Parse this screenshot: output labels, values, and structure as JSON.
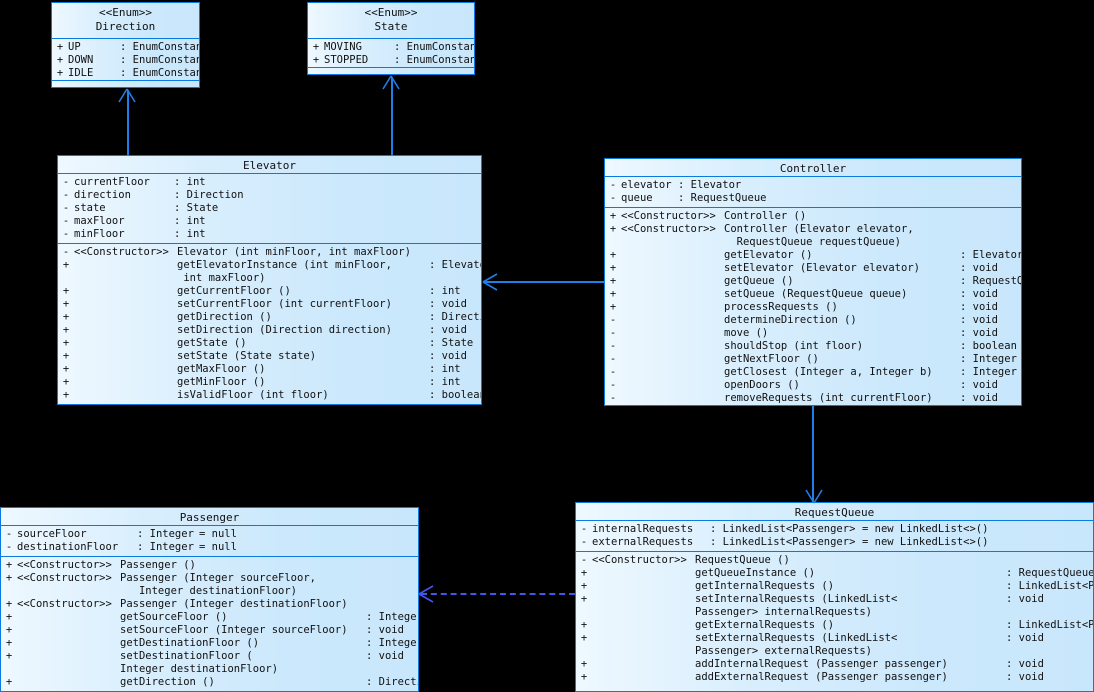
{
  "diagram": {
    "kind": "uml-class-diagram",
    "background": "#000000",
    "box_border_color": "#0a7ae0",
    "box_fill_color": "#cde8fc",
    "connector_color": "#1e7fe8",
    "dashed_connector_color": "#4455ee"
  },
  "classes": {
    "direction_enum": {
      "stereotype": "<<Enum>>",
      "name": "Direction",
      "attributes": [
        {
          "vis": "+",
          "name": "UP",
          "type": ": EnumConstant"
        },
        {
          "vis": "+",
          "name": "DOWN",
          "type": ": EnumConstant"
        },
        {
          "vis": "+",
          "name": "IDLE",
          "type": ": EnumConstant"
        }
      ],
      "operations": []
    },
    "state_enum": {
      "stereotype": "<<Enum>>",
      "name": "State",
      "attributes": [
        {
          "vis": "+",
          "name": "MOVING",
          "type": ": EnumConstant"
        },
        {
          "vis": "+",
          "name": "STOPPED",
          "type": ": EnumConstant"
        }
      ],
      "operations": []
    },
    "elevator": {
      "name": "Elevator",
      "attributes": [
        {
          "vis": "-",
          "name": "currentFloor",
          "type": ": int"
        },
        {
          "vis": "-",
          "name": "direction",
          "type": ": Direction"
        },
        {
          "vis": "-",
          "name": "state",
          "type": ": State"
        },
        {
          "vis": "-",
          "name": "maxFloor",
          "type": ": int"
        },
        {
          "vis": "-",
          "name": "minFloor",
          "type": ": int"
        }
      ],
      "operations": [
        {
          "vis": "-",
          "stereo": "<<Constructor>>",
          "sig": "Elevator (int minFloor, int maxFloor)",
          "ret": ""
        },
        {
          "vis": "+",
          "stereo": "",
          "sig": "getElevatorInstance (int minFloor,\n int maxFloor)",
          "ret": ": Elevator"
        },
        {
          "vis": "+",
          "stereo": "",
          "sig": "getCurrentFloor ()",
          "ret": ": int"
        },
        {
          "vis": "+",
          "stereo": "",
          "sig": "setCurrentFloor (int currentFloor)",
          "ret": ": void"
        },
        {
          "vis": "+",
          "stereo": "",
          "sig": "getDirection ()",
          "ret": ": Direction"
        },
        {
          "vis": "+",
          "stereo": "",
          "sig": "setDirection (Direction direction)",
          "ret": ": void"
        },
        {
          "vis": "+",
          "stereo": "",
          "sig": "getState ()",
          "ret": ": State"
        },
        {
          "vis": "+",
          "stereo": "",
          "sig": "setState (State state)",
          "ret": ": void"
        },
        {
          "vis": "+",
          "stereo": "",
          "sig": "getMaxFloor ()",
          "ret": ": int"
        },
        {
          "vis": "+",
          "stereo": "",
          "sig": "getMinFloor ()",
          "ret": ": int"
        },
        {
          "vis": "+",
          "stereo": "",
          "sig": "isValidFloor (int floor)",
          "ret": ": boolean"
        }
      ]
    },
    "controller": {
      "name": "Controller",
      "attributes": [
        {
          "vis": "-",
          "name": "elevator",
          "type": ": Elevator"
        },
        {
          "vis": "-",
          "name": "queue",
          "type": ": RequestQueue"
        }
      ],
      "operations": [
        {
          "vis": "+",
          "stereo": "<<Constructor>>",
          "sig": "Controller ()",
          "ret": ""
        },
        {
          "vis": "+",
          "stereo": "<<Constructor>>",
          "sig": "Controller (Elevator elevator,\n  RequestQueue requestQueue)",
          "ret": ""
        },
        {
          "vis": "+",
          "stereo": "",
          "sig": "getElevator ()",
          "ret": ": Elevator"
        },
        {
          "vis": "+",
          "stereo": "",
          "sig": "setElevator (Elevator elevator)",
          "ret": ": void"
        },
        {
          "vis": "+",
          "stereo": "",
          "sig": "getQueue ()",
          "ret": ": RequestQueue"
        },
        {
          "vis": "+",
          "stereo": "",
          "sig": "setQueue (RequestQueue queue)",
          "ret": ": void"
        },
        {
          "vis": "+",
          "stereo": "",
          "sig": "processRequests ()",
          "ret": ": void"
        },
        {
          "vis": "-",
          "stereo": "",
          "sig": "determineDirection ()",
          "ret": ": void"
        },
        {
          "vis": "-",
          "stereo": "",
          "sig": "move ()",
          "ret": ": void"
        },
        {
          "vis": "-",
          "stereo": "",
          "sig": "shouldStop (int floor)",
          "ret": ": boolean"
        },
        {
          "vis": "-",
          "stereo": "",
          "sig": "getNextFloor ()",
          "ret": ": Integer"
        },
        {
          "vis": "-",
          "stereo": "",
          "sig": "getClosest (Integer a, Integer b)",
          "ret": ": Integer"
        },
        {
          "vis": "-",
          "stereo": "",
          "sig": "openDoors ()",
          "ret": ": void"
        },
        {
          "vis": "-",
          "stereo": "",
          "sig": "removeRequests (int currentFloor)",
          "ret": ": void"
        }
      ]
    },
    "request_queue": {
      "name": "RequestQueue",
      "attributes": [
        {
          "vis": "-",
          "name": "internalRequests",
          "type": ": LinkedList<Passenger>",
          "default": "= new LinkedList<>()"
        },
        {
          "vis": "-",
          "name": "externalRequests",
          "type": ": LinkedList<Passenger>",
          "default": "= new LinkedList<>()"
        }
      ],
      "operations": [
        {
          "vis": "-",
          "stereo": "<<Constructor>>",
          "sig": "RequestQueue ()",
          "ret": ""
        },
        {
          "vis": "+",
          "stereo": "",
          "sig": "getQueueInstance ()",
          "ret": ": RequestQueue"
        },
        {
          "vis": "+",
          "stereo": "",
          "sig": "getInternalRequests ()",
          "ret": ": LinkedList<Passenger>"
        },
        {
          "vis": "+",
          "stereo": "",
          "sig": "setInternalRequests (LinkedList<\nPassenger> internalRequests)",
          "ret": ": void"
        },
        {
          "vis": "+",
          "stereo": "",
          "sig": "getExternalRequests ()",
          "ret": ": LinkedList<Passenger>"
        },
        {
          "vis": "+",
          "stereo": "",
          "sig": "setExternalRequests (LinkedList<\nPassenger> externalRequests)",
          "ret": ": void"
        },
        {
          "vis": "+",
          "stereo": "",
          "sig": "addInternalRequest (Passenger passenger)",
          "ret": ": void"
        },
        {
          "vis": "+",
          "stereo": "",
          "sig": "addExternalRequest (Passenger passenger)",
          "ret": ": void"
        }
      ]
    },
    "passenger": {
      "name": "Passenger",
      "attributes": [
        {
          "vis": "-",
          "name": "sourceFloor",
          "type": ": Integer",
          "default": "= null"
        },
        {
          "vis": "-",
          "name": "destinationFloor",
          "type": ": Integer",
          "default": "= null"
        }
      ],
      "operations": [
        {
          "vis": "+",
          "stereo": "<<Constructor>>",
          "sig": "Passenger ()",
          "ret": ""
        },
        {
          "vis": "+",
          "stereo": "<<Constructor>>",
          "sig": "Passenger (Integer sourceFloor,\n   Integer destinationFloor)",
          "ret": ""
        },
        {
          "vis": "+",
          "stereo": "<<Constructor>>",
          "sig": "Passenger (Integer destinationFloor)",
          "ret": ""
        },
        {
          "vis": "+",
          "stereo": "",
          "sig": "getSourceFloor ()",
          "ret": ": Integer"
        },
        {
          "vis": "+",
          "stereo": "",
          "sig": "setSourceFloor (Integer sourceFloor)",
          "ret": ": void"
        },
        {
          "vis": "+",
          "stereo": "",
          "sig": "getDestinationFloor ()",
          "ret": ": Integer"
        },
        {
          "vis": "+",
          "stereo": "",
          "sig": "setDestinationFloor (\nInteger destinationFloor)",
          "ret": ": void"
        },
        {
          "vis": "+",
          "stereo": "",
          "sig": "getDirection ()",
          "ret": ": Direction"
        }
      ]
    }
  },
  "connectors": [
    {
      "name": "elevator-to-direction",
      "style": "solid",
      "from": "Elevator",
      "to": "Direction"
    },
    {
      "name": "elevator-to-state",
      "style": "solid",
      "from": "Elevator",
      "to": "State"
    },
    {
      "name": "controller-to-elevator",
      "style": "solid",
      "from": "Controller",
      "to": "Elevator"
    },
    {
      "name": "controller-to-requestqueue",
      "style": "solid",
      "from": "Controller",
      "to": "RequestQueue"
    },
    {
      "name": "requestqueue-to-passenger",
      "style": "dashed",
      "from": "RequestQueue",
      "to": "Passenger"
    }
  ]
}
